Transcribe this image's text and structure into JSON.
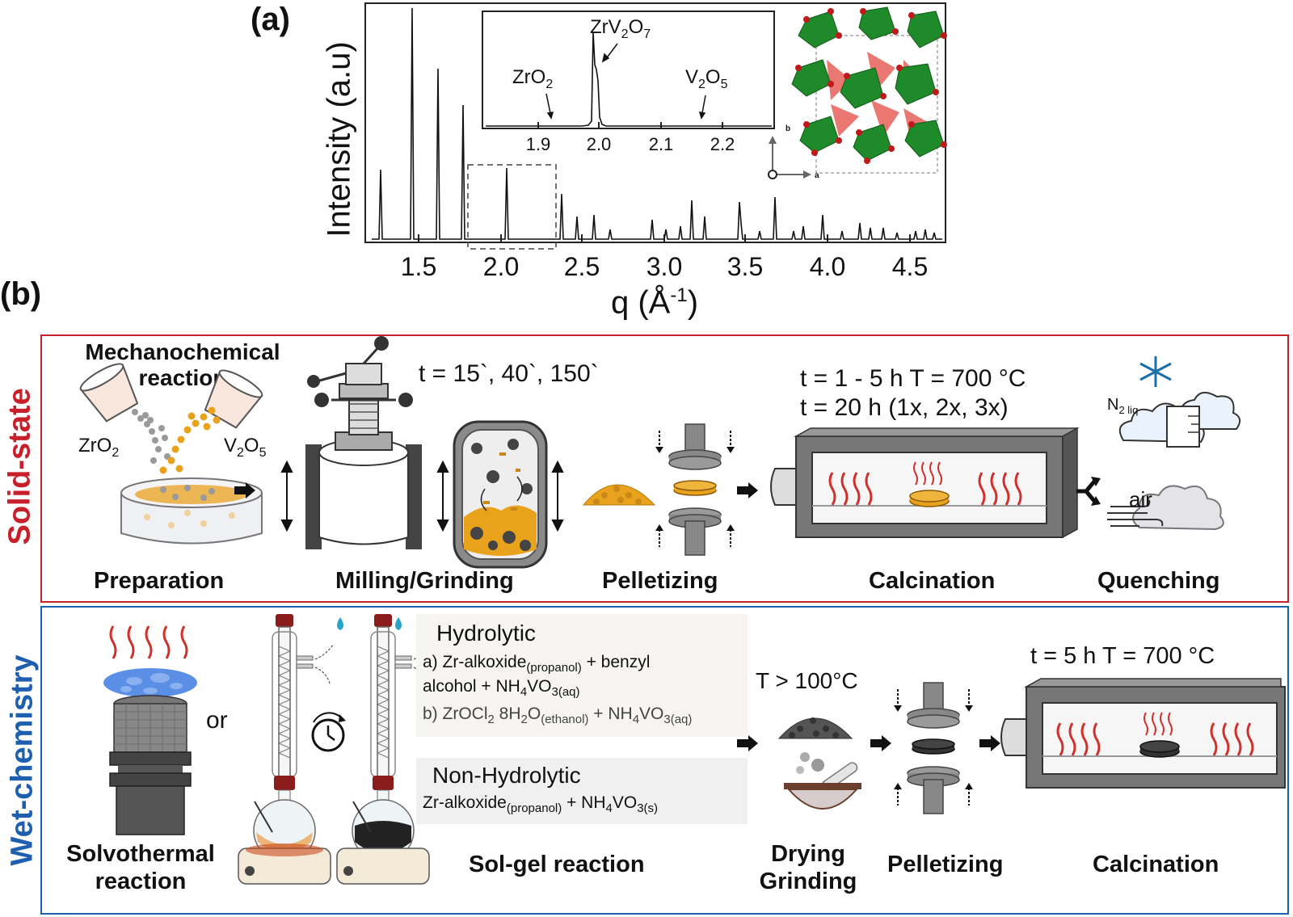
{
  "panel_a": {
    "label": "(a)",
    "ylabel": "Intensity (a.u)",
    "xlabel_main": "q (Å",
    "xlabel_sup": "-1",
    "xlabel_end": ")",
    "xticks": [
      "1.5",
      "2.0",
      "2.5",
      "3.0",
      "3.5",
      "4.0",
      "4.5"
    ],
    "inset": {
      "xticks": [
        "1.9",
        "2.0",
        "2.1",
        "2.2"
      ],
      "label_zro2": "ZrO",
      "label_zro2_sub": "2",
      "label_zrv2o7_a": "ZrV",
      "label_zrv2o7_sub1": "2",
      "label_zrv2o7_b": "O",
      "label_zrv2o7_sub2": "7",
      "label_v2o5_a": "V",
      "label_v2o5_sub1": "2",
      "label_v2o5_b": "O",
      "label_v2o5_sub2": "5"
    },
    "axis_b": "b",
    "axis_a": "a"
  },
  "panel_b": {
    "label": "(b)",
    "solid_state": {
      "side_label": "Solid-state",
      "color": "#c8202a",
      "mechano_line1": "Mechanochemical",
      "mechano_line2": "reaction",
      "zro2": "ZrO",
      "zro2_sub": "2",
      "v2o5_a": "V",
      "v2o5_sub1": "2",
      "v2o5_b": "O",
      "v2o5_sub2": "5",
      "milling_time": "t = 15`, 40`, 150`",
      "calc_time1": "t = 1 - 5 h   T = 700 °C",
      "calc_time2": "t = 20 h (1x, 2x, 3x)",
      "n2": "N",
      "n2_sub": "2 liq",
      "air": "air",
      "steps": [
        "Preparation",
        "Milling/Grinding",
        "Pelletizing",
        "Calcination",
        "Quenching"
      ]
    },
    "wet_chemistry": {
      "side_label": "Wet-chemistry",
      "color": "#1f5fb0",
      "or": "or",
      "hydrolytic_title": "Hydrolytic",
      "hyd_a_1": "a) Zr-alkoxide",
      "hyd_a_sub1": "(propanol)",
      "hyd_a_2": " + benzyl",
      "hyd_a_3": "alcohol + NH",
      "hyd_a_sub2": "4",
      "hyd_a_4": "VO",
      "hyd_a_sub3": "3(aq)",
      "hyd_b_1": "b) ZrOCl",
      "hyd_b_sub1": "2",
      "hyd_b_2": " 8H",
      "hyd_b_sub2": "2",
      "hyd_b_3": "O",
      "hyd_b_sub3": "(ethanol)",
      "hyd_b_4": " + NH",
      "hyd_b_sub4": "4",
      "hyd_b_5": "VO",
      "hyd_b_sub5": "3(aq)",
      "nonhyd_title": "Non-Hydrolytic",
      "nonhyd_1": "Zr-alkoxide",
      "nonhyd_sub1": "(propanol)",
      "nonhyd_2": " + NH",
      "nonhyd_sub2": "4",
      "nonhyd_3": "VO",
      "nonhyd_sub3": "3(s)",
      "drying_temp": "T > 100°C",
      "calc_text": "t = 5 h   T = 700 °C",
      "step_solvo_1": "Solvothermal",
      "step_solvo_2": "reaction",
      "step_solgel": "Sol-gel reaction",
      "step_dry_1": "Drying",
      "step_dry_2": "Grinding",
      "step_pellet": "Pelletizing",
      "step_calc": "Calcination"
    }
  },
  "colors": {
    "octahedra": "#1f8a2a",
    "tetrahedra": "#e8605a",
    "oxygen": "#c0191b",
    "powder_orange": "#e8a21c",
    "powder_grey": "#9a9a9a",
    "heat": "#d0312d",
    "dark_grey": "#555555"
  },
  "icons": [
    "cup-icon",
    "beaker-icon",
    "mill-icon",
    "jar-icon",
    "pellet-press-icon",
    "furnace-icon",
    "snowflake-icon",
    "cloud-icon",
    "arrow-icon",
    "autoclave-icon",
    "reflux-icon",
    "clock-icon",
    "mortar-icon",
    "heat-icon"
  ]
}
